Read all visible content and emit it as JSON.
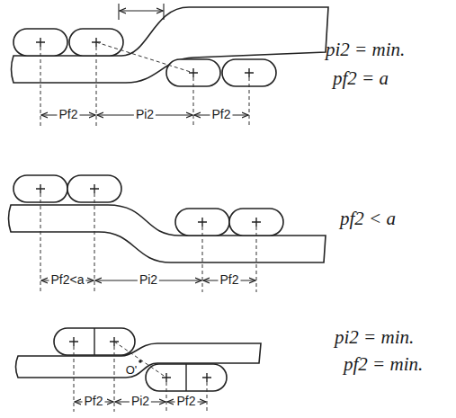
{
  "diagram": {
    "labels": [
      "Pf2",
      "Pi2",
      "Pf2",
      "pi2 = min.",
      "pf2 = a",
      "Pf2<a",
      "Pi2",
      "Pf2",
      "pf2 < a",
      "O'",
      "Pf2",
      "Pi2",
      "Pf2",
      "pi2 = min.",
      "pf2 = min."
    ]
  }
}
